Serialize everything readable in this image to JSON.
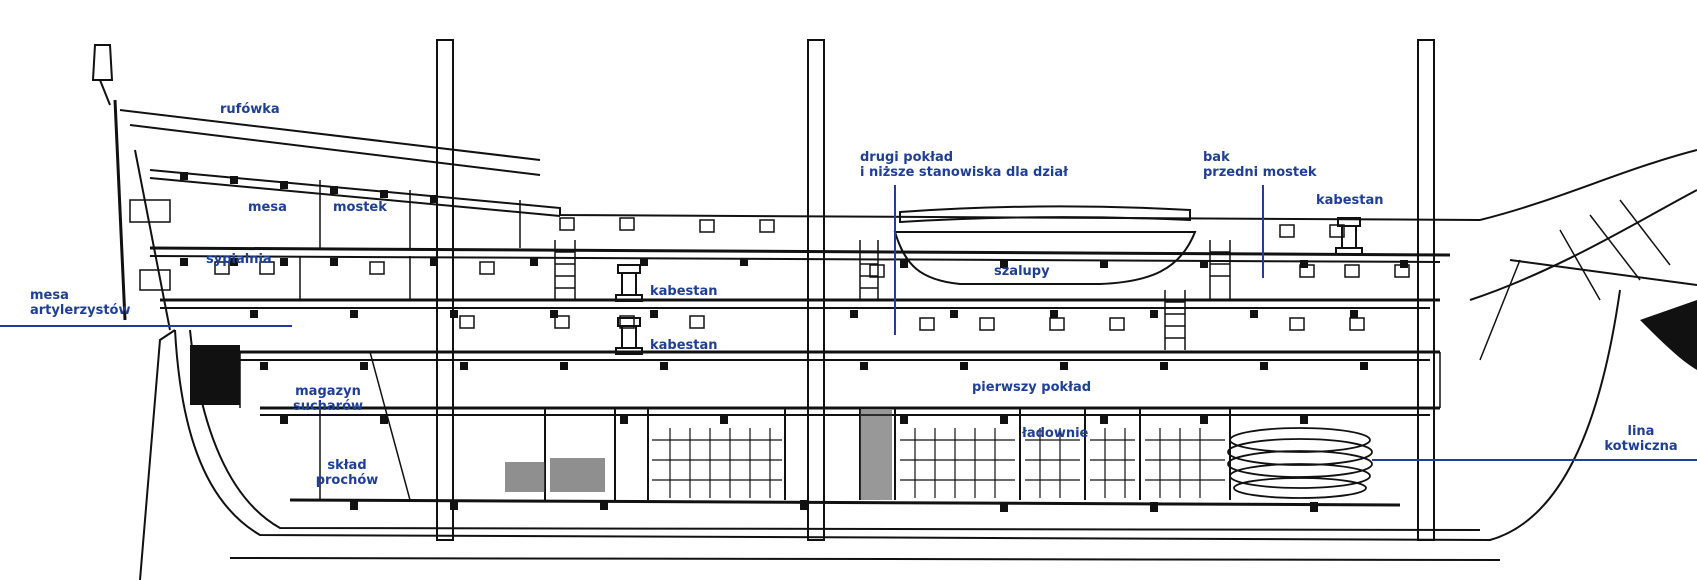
{
  "labels": {
    "rufowka": "rufówka",
    "mesa": "mesa",
    "mostek": "mostek",
    "sypialnia": "sypialnia",
    "mesa_art_1": "mesa",
    "mesa_art_2": "artylerzystów",
    "kabestan_upper": "kabestan",
    "kabestan_lower": "kabestan",
    "drugi_1": "drugi pokład",
    "drugi_2": "i niższe stanowiska dla dział",
    "szalupy": "szalupy",
    "bak_1": "bak",
    "bak_2": "przedni mostek",
    "kabestan_fore": "kabestan",
    "magazyn_1": "magazyn",
    "magazyn_2": "sucharów",
    "sklad_1": "skład",
    "sklad_2": "prochów",
    "pierwszy": "pierwszy pokład",
    "ladownie": "ładownie",
    "lina_1": "lina",
    "lina_2": "kotwiczna"
  },
  "colors": {
    "label": "#1f3f94",
    "line_art": "#111111"
  }
}
